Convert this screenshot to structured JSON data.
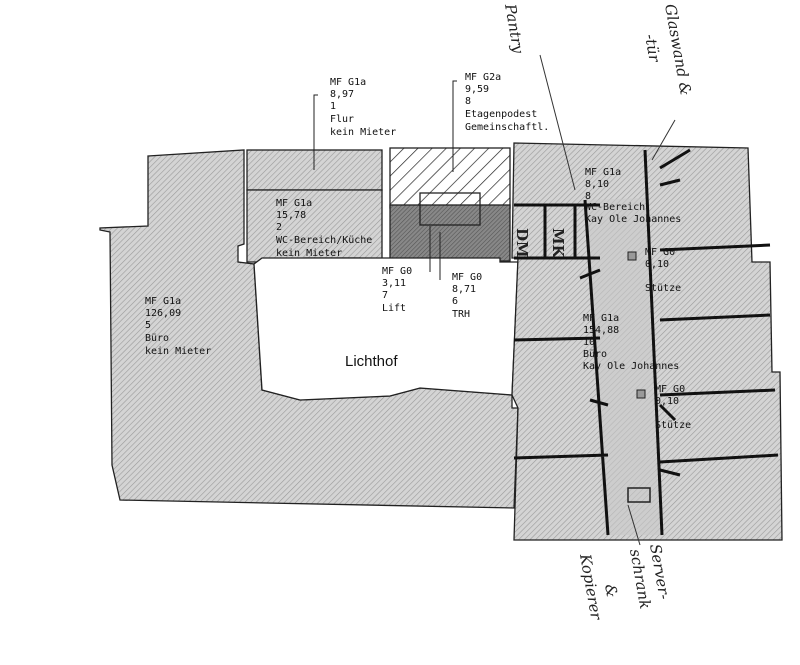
{
  "rooms": {
    "flur": {
      "code": "MF  G1a",
      "area": "8,97",
      "number": "1",
      "use": "Flur",
      "tenant": "kein Mieter"
    },
    "wc": {
      "code": "MF  G1a",
      "area": "15,78",
      "number": "2",
      "use": "WC-Bereich/Küche",
      "tenant": "kein Mieter"
    },
    "podest": {
      "code": "MF  G2a",
      "area": "9,59",
      "number": "8",
      "use": "Etagenpodest",
      "tenant": "Gemeinschaftl."
    },
    "lift": {
      "code": "MF  G0",
      "area": "3,11",
      "number": "7",
      "use": "Lift"
    },
    "trh": {
      "code": "MF  G0",
      "area": "8,71",
      "number": "6",
      "use": "TRH"
    },
    "buero_left": {
      "code": "MF  G1a",
      "area": "126,09",
      "number": "5",
      "use": "Büro",
      "tenant": "kein Mieter"
    },
    "wc_right": {
      "code": "MF  G1a",
      "area": "8,10",
      "number": "8",
      "use": "WC-Bereich",
      "tenant": "Kay Ole Johannes"
    },
    "stuetze1": {
      "code": "MF  G0",
      "area": "0,10",
      "use": "Stütze"
    },
    "buero_right": {
      "code": "MF  G1a",
      "area": "154,88",
      "number": "10",
      "use": "Büro",
      "tenant": "Kay Ole Johannes"
    },
    "stuetze2": {
      "code": "MF  G0",
      "area": "0,10",
      "use": "Stütze"
    },
    "lichthof": {
      "label": "Lichthof"
    }
  },
  "annotations": {
    "pantry": "Pantry",
    "glaswand_1": "Glaswand &",
    "glaswand_2": "-tür",
    "server_1": "Server-",
    "server_2": "schrank",
    "server_3": "&",
    "server_4": "Kopierer",
    "dm": "DM",
    "mk": "MK"
  }
}
